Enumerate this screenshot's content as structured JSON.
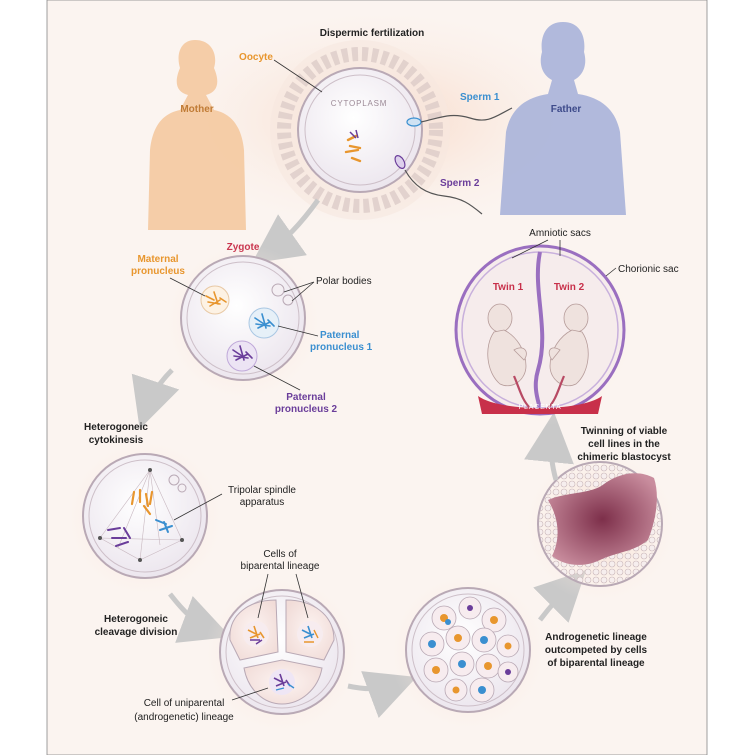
{
  "title": "Dispermic fertilization",
  "people": {
    "mother": "Mother",
    "father": "Father"
  },
  "fertilization": {
    "oocyte": "Oocyte",
    "cytoplasm": "CYTOPLASM",
    "sperm1": "Sperm 1",
    "sperm2": "Sperm 2"
  },
  "zygote": {
    "title": "Zygote",
    "maternal_line1": "Maternal",
    "maternal_line2": "pronucleus",
    "polar_bodies": "Polar bodies",
    "paternal1_line1": "Paternal",
    "paternal1_line2": "pronucleus 1",
    "paternal2_line1": "Paternal",
    "paternal2_line2": "pronucleus 2"
  },
  "cytokinesis": {
    "title_line1": "Heterogoneic",
    "title_line2": "cytokinesis",
    "spindle_line1": "Tripolar spindle",
    "spindle_line2": "apparatus"
  },
  "cleavage": {
    "title_line1": "Heterogoneic",
    "title_line2": "cleavage division",
    "biparental_line1": "Cells of",
    "biparental_line2": "biparental lineage",
    "uniparental_line1": "Cell of uniparental",
    "uniparental_line2": "(androgenetic) lineage"
  },
  "morula": {
    "caption_line1": "Androgenetic lineage",
    "caption_line2": "outcompeted by cells",
    "caption_line3": "of  biparental lineage"
  },
  "blastocyst": {
    "caption_line1": "Twinning of viable",
    "caption_line2": "cell lines in the",
    "caption_line3": "chimeric blastocyst"
  },
  "twins": {
    "amniotic": "Amniotic sacs",
    "chorionic": "Chorionic sac",
    "twin1": "Twin 1",
    "twin2": "Twin 2",
    "placenta": "PLACENTA"
  },
  "colors": {
    "maternal": "#e8962e",
    "paternal1": "#3a8fd0",
    "paternal2": "#6a3d9a",
    "sac": "#9a6fc0",
    "placenta": "#c8304a",
    "mother_fill": "#f4c9a0",
    "father_fill": "#a9b3d9"
  }
}
